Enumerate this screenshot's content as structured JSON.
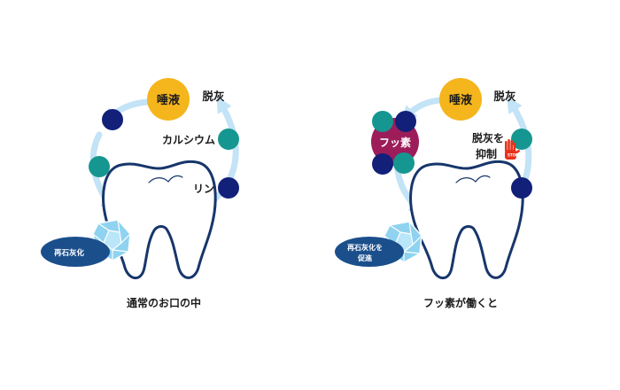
{
  "colors": {
    "saliva": "#F5B51C",
    "calcium": "#169690",
    "phosphorus": "#12207A",
    "fluoride": "#9C1D5A",
    "tooth_outline": "#17366B",
    "arrow": "#C3E3F6",
    "remineral_badge": "#1B4F8C",
    "crystal": "#8FD3F0",
    "stop_hand": "#E8311A"
  },
  "left_panel": {
    "saliva_label": "唾液",
    "demineral_label": "脱灰",
    "calcium_label": "カルシウム",
    "phosphorus_label": "リン",
    "remineral_label": "再石灰化",
    "caption": "通常のお口の中"
  },
  "right_panel": {
    "saliva_label": "唾液",
    "demineral_label": "脱灰",
    "fluoride_label": "フッ素",
    "inhibit_label_line1": "脱灰を",
    "inhibit_label_line2": "抑制",
    "stop_text": "STOP",
    "remineral_label_line1": "再石灰化を",
    "remineral_label_line2": "促進",
    "caption": "フッ素が働くと"
  },
  "icons": {
    "hand": "stop-hand-icon",
    "crystal": "crystal-icon",
    "arrow": "cycle-arrow"
  }
}
